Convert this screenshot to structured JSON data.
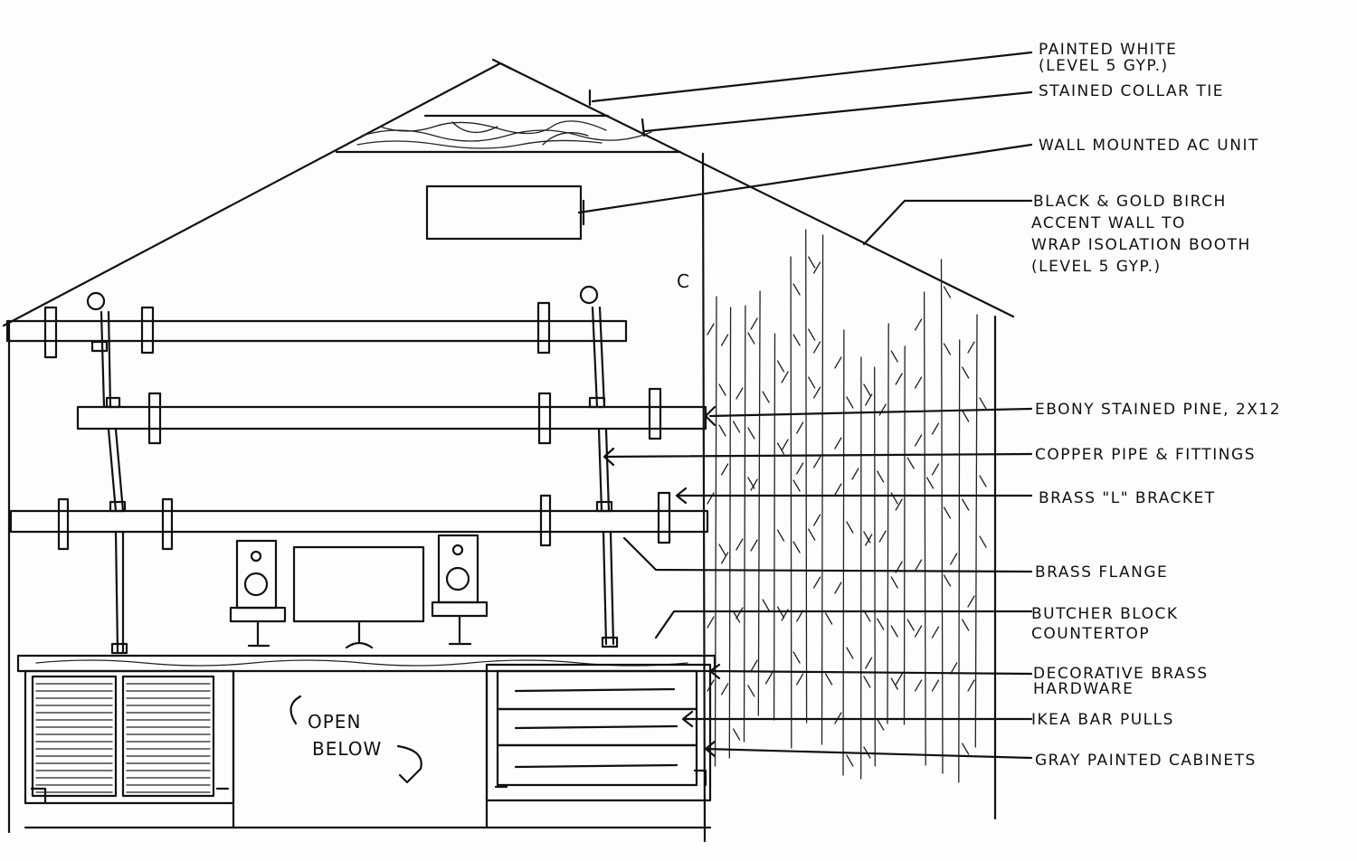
{
  "title": "Studio wall elevation sketch",
  "callouts": [
    {
      "id": "painted-white",
      "lines": [
        "PAINTED WHITE",
        "(LEVEL 5 GYP.)"
      ]
    },
    {
      "id": "collar-tie",
      "lines": [
        "STAINED COLLAR TIE"
      ]
    },
    {
      "id": "ac-unit",
      "lines": [
        "WALL MOUNTED AC UNIT"
      ]
    },
    {
      "id": "accent-wall",
      "lines": [
        "BLACK & GOLD BIRCH",
        "ACCENT WALL TO",
        "WRAP ISOLATION BOOTH",
        "(LEVEL 5 GYP.)"
      ]
    },
    {
      "id": "shelves",
      "lines": [
        "EBONY STAINED PINE, 2X12"
      ]
    },
    {
      "id": "pipe",
      "lines": [
        "COPPER PIPE & FITTINGS"
      ]
    },
    {
      "id": "bracket",
      "lines": [
        "BRASS \"L\" BRACKET"
      ]
    },
    {
      "id": "flange",
      "lines": [
        "BRASS FLANGE"
      ]
    },
    {
      "id": "countertop",
      "lines": [
        "BUTCHER BLOCK",
        "COUNTERTOP"
      ]
    },
    {
      "id": "hardware",
      "lines": [
        "DECORATIVE BRASS",
        "HARDWARE"
      ]
    },
    {
      "id": "pulls",
      "lines": [
        "IKEA BAR PULLS"
      ]
    },
    {
      "id": "cabinets",
      "lines": [
        "GRAY PAINTED CABINETS"
      ]
    }
  ],
  "notes": {
    "open_below": [
      "OPEN",
      "BELOW"
    ],
    "centerline": "C"
  }
}
